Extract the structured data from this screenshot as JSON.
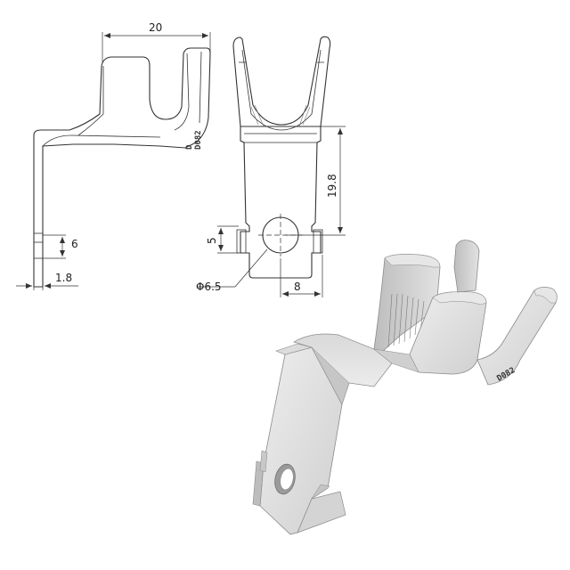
{
  "drawing": {
    "dimensions": {
      "width_top": "20",
      "slot_width": "6",
      "thickness": "1.8",
      "height": "19.8",
      "hole_offset": "5",
      "hole_diameter": "Φ6.5",
      "hole_center": "8"
    },
    "part_marking": "D\nD082"
  },
  "colors": {
    "line": "#333333",
    "metal_light": "#e6e6e6",
    "metal_mid": "#cfcfcf",
    "metal_dark": "#a9a9a9",
    "background": "#ffffff"
  }
}
